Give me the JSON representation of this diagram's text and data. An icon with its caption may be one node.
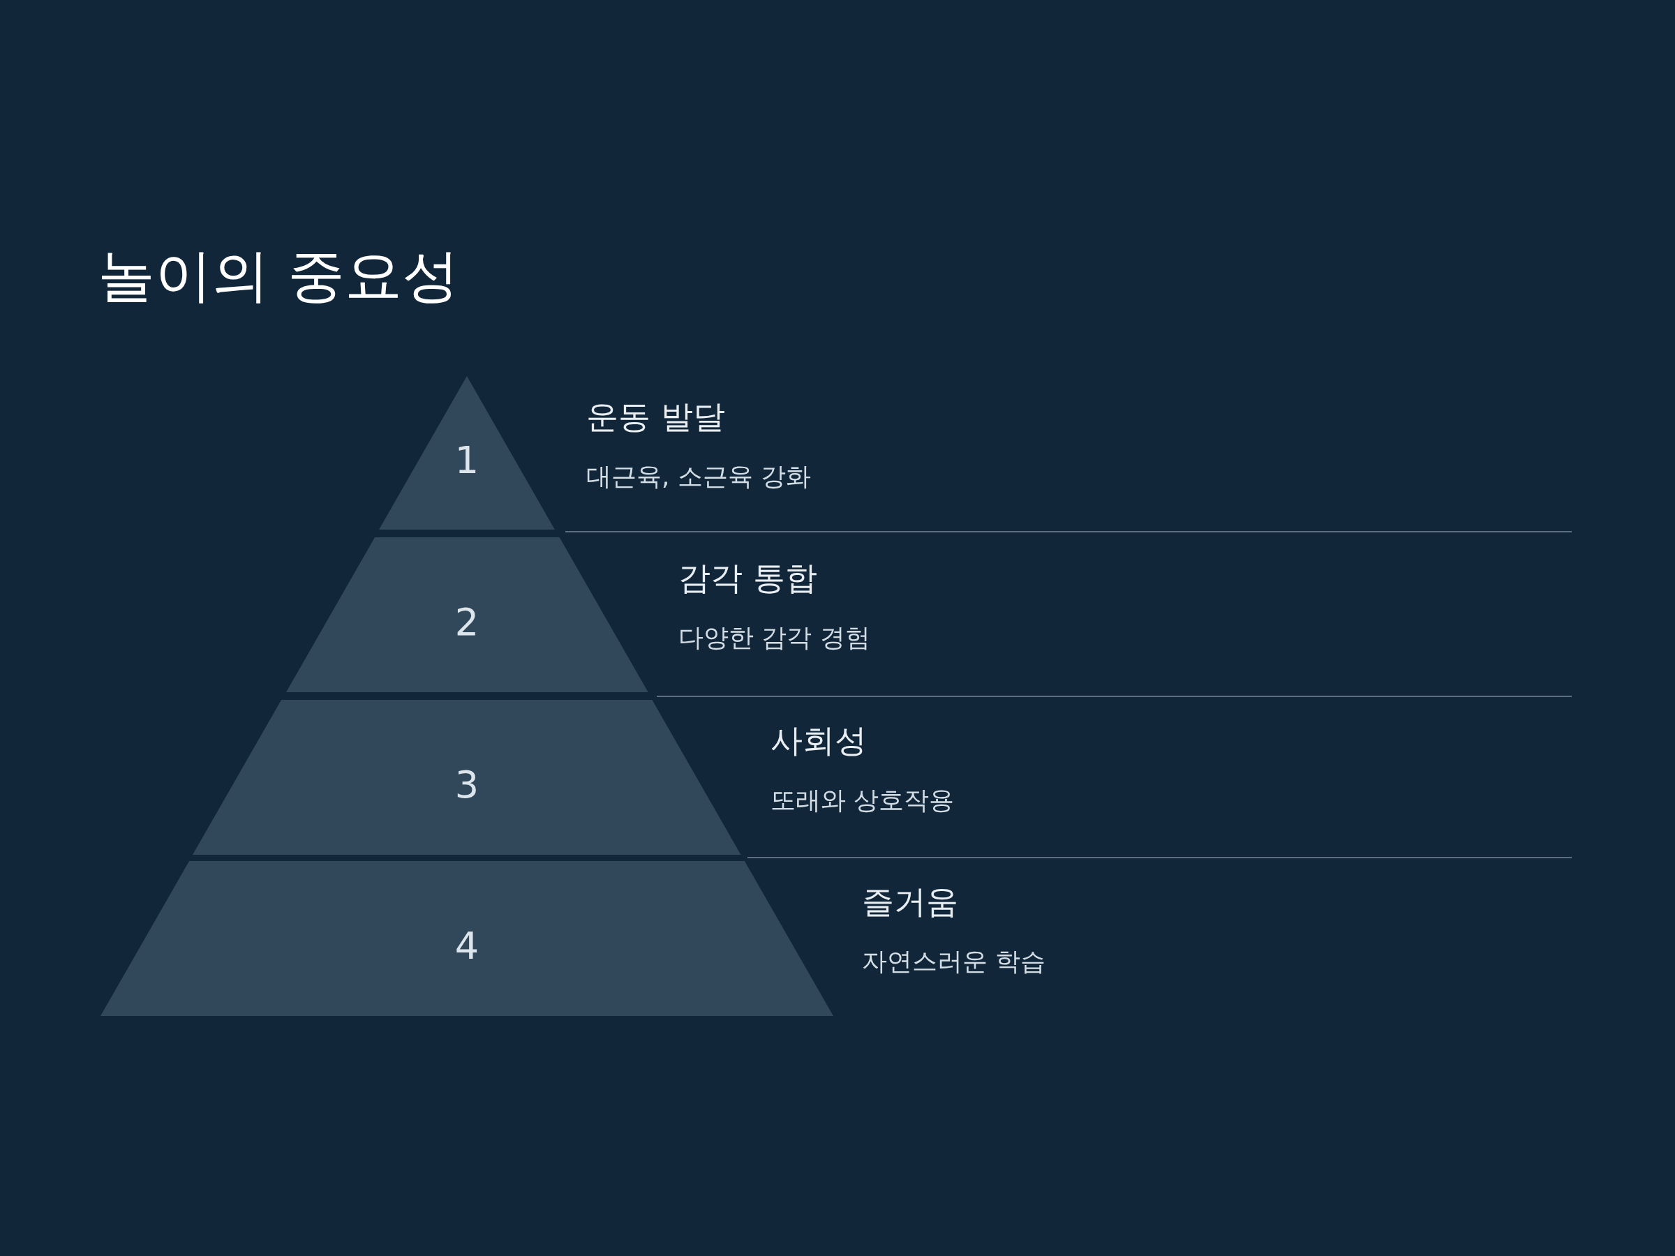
{
  "diagram": {
    "title": "놀이의 중요성",
    "nodes": [
      {
        "text": [
          "1"
        ],
        "beside": [
          "운동 발달",
          "대근육, 소근육 강화"
        ]
      },
      {
        "text": [
          "2"
        ],
        "beside": [
          "감각 통합",
          "다양한 감각 경험"
        ]
      },
      {
        "text": [
          "3"
        ],
        "beside": [
          "사회성",
          "또래와 상호작용"
        ]
      },
      {
        "text": [
          "4"
        ],
        "beside": [
          "즐거움",
          "자연스러운 학습"
        ]
      }
    ]
  }
}
